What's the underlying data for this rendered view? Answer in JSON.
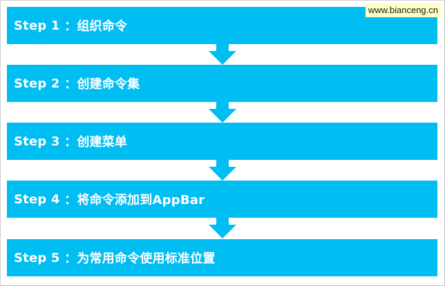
{
  "watermark": "www.bianceng.cn",
  "colors": {
    "box": "#00bdf2",
    "text": "#ffffff",
    "arrow": "#00bdf2"
  },
  "steps": [
    {
      "label": "Step 1",
      "sep": " ：",
      "text": "组织命令"
    },
    {
      "label": "Step 2",
      "sep": " ：",
      "text": "创建命令集"
    },
    {
      "label": "Step 3",
      "sep": " ：",
      "text": "创建菜单"
    },
    {
      "label": "Step 4",
      "sep": " ：",
      "text": "将命令添加到AppBar"
    },
    {
      "label": "Step 5",
      "sep": " ：",
      "text": "为常用命令使用标准位置"
    }
  ]
}
